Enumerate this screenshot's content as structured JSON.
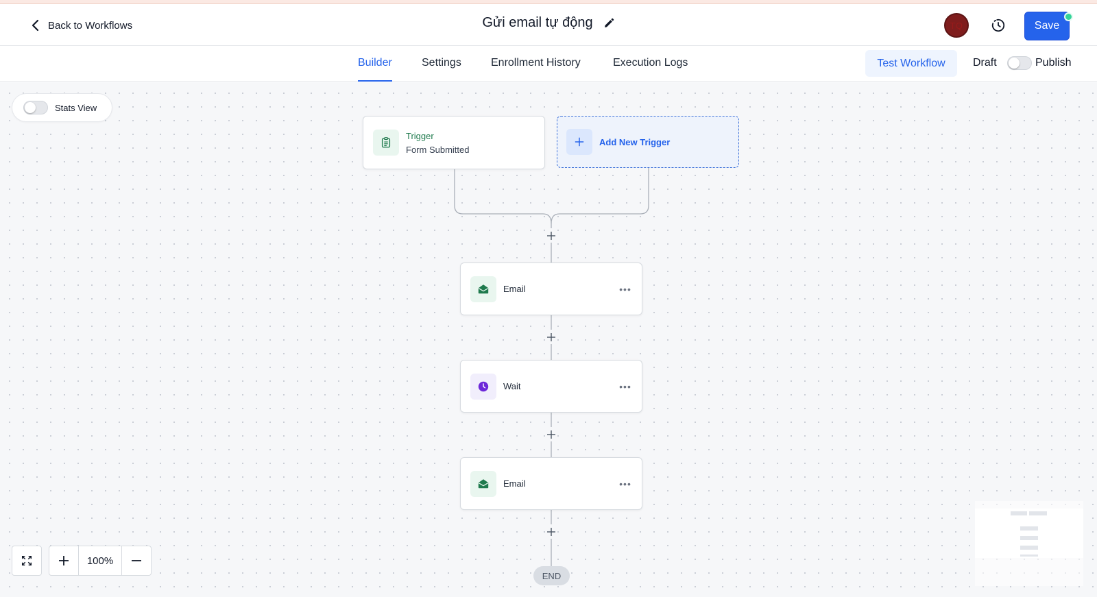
{
  "header": {
    "back_label": "Back to Workflows",
    "workflow_title": "Gửi email tự động",
    "avatar_initials": "TQ",
    "save_label": "Save"
  },
  "tabs": [
    {
      "label": "Builder",
      "active": true
    },
    {
      "label": "Settings",
      "active": false
    },
    {
      "label": "Enrollment History",
      "active": false
    },
    {
      "label": "Execution Logs",
      "active": false
    }
  ],
  "actions": {
    "test_workflow_label": "Test Workflow",
    "draft_label": "Draft",
    "publish_label": "Publish",
    "published": false
  },
  "canvas": {
    "stats_view_label": "Stats View",
    "stats_view_enabled": false,
    "trigger": {
      "label": "Trigger",
      "subtitle": "Form Submitted",
      "icon": "clipboard-icon"
    },
    "add_trigger_label": "Add New Trigger",
    "steps": [
      {
        "label": "Email",
        "icon": "envelope-icon"
      },
      {
        "label": "Wait",
        "icon": "clock-icon"
      },
      {
        "label": "Email",
        "icon": "envelope-icon"
      }
    ],
    "end_label": "END"
  },
  "zoom": {
    "level": "100%"
  },
  "colors": {
    "accent": "#2563eb",
    "trigger_green": "#1f7a4d",
    "wait_purple": "#6d28d9",
    "status_dot": "#34d399"
  }
}
